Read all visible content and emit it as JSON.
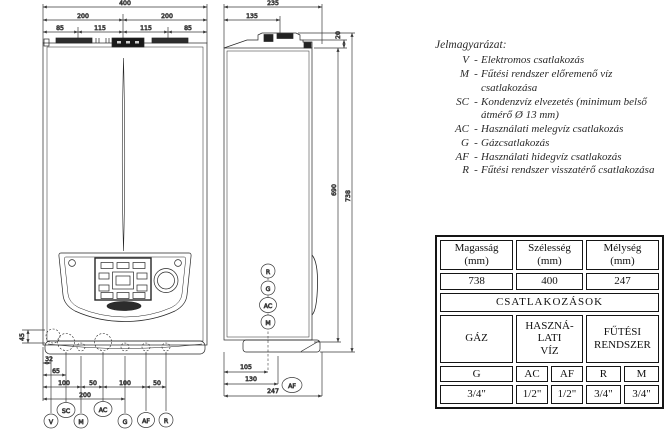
{
  "legend": {
    "title": "Jelmagyarázat:",
    "items": [
      {
        "key": "V",
        "dash": "-",
        "desc": "Elektromos csatlakozás"
      },
      {
        "key": "M",
        "dash": "-",
        "desc": "Fűtési rendszer előremenő víz csatlakozása"
      },
      {
        "key": "SC",
        "dash": "-",
        "desc": "Kondenzvíz elvezetés (minimum belső átmérő Ø 13 mm)"
      },
      {
        "key": "AC",
        "dash": "-",
        "desc": "Használati melegvíz csatlakozás"
      },
      {
        "key": "G",
        "dash": "-",
        "desc": "Gázcsatlakozás"
      },
      {
        "key": "AF",
        "dash": "-",
        "desc": "Használati hidegvíz csatlakozás"
      },
      {
        "key": "R",
        "dash": "-",
        "desc": "Fűtési rendszer visszatérő csatlakozása"
      }
    ]
  },
  "spec_table": {
    "col_headers": [
      "Magasság\n(mm)",
      "Szélesség\n(mm)",
      "Mélység\n(mm)"
    ],
    "col_values": [
      "738",
      "400",
      "247"
    ],
    "section_title": "CSATLAKOZÁSOK",
    "group_headers": [
      "GÁZ",
      "HASZNÁ-\nLATI\nVÍZ",
      "FŰTÉSI\nRENDSZER"
    ],
    "conn_labels": [
      "G",
      "AC",
      "AF",
      "R",
      "M"
    ],
    "conn_sizes": [
      "3/4\"",
      "1/2\"",
      "1/2\"",
      "3/4\"",
      "3/4\""
    ]
  },
  "front_view": {
    "dims": {
      "total_width": "400",
      "half_left": "200",
      "half_right": "200",
      "seg1": "85",
      "seg2": "115",
      "seg3": "115",
      "seg4": "85",
      "side_offset": "45",
      "d32": "32",
      "d65": "65",
      "b1": "100",
      "b2": "50",
      "b3": "100",
      "b4": "50",
      "b200": "200"
    },
    "connections": {
      "v": "V",
      "sc": "SC",
      "m": "M",
      "ac": "AC",
      "g": "G",
      "af": "AF",
      "r": "R"
    }
  },
  "side_view": {
    "dims": {
      "total_depth": "235",
      "flue_offset": "135",
      "collar_height": "20",
      "body_height": "690",
      "total_height": "738",
      "d105": "105",
      "d130": "130",
      "d247": "247"
    },
    "connections": {
      "r": "R",
      "g": "G",
      "ac": "AC",
      "m": "M",
      "af": "AF"
    }
  }
}
